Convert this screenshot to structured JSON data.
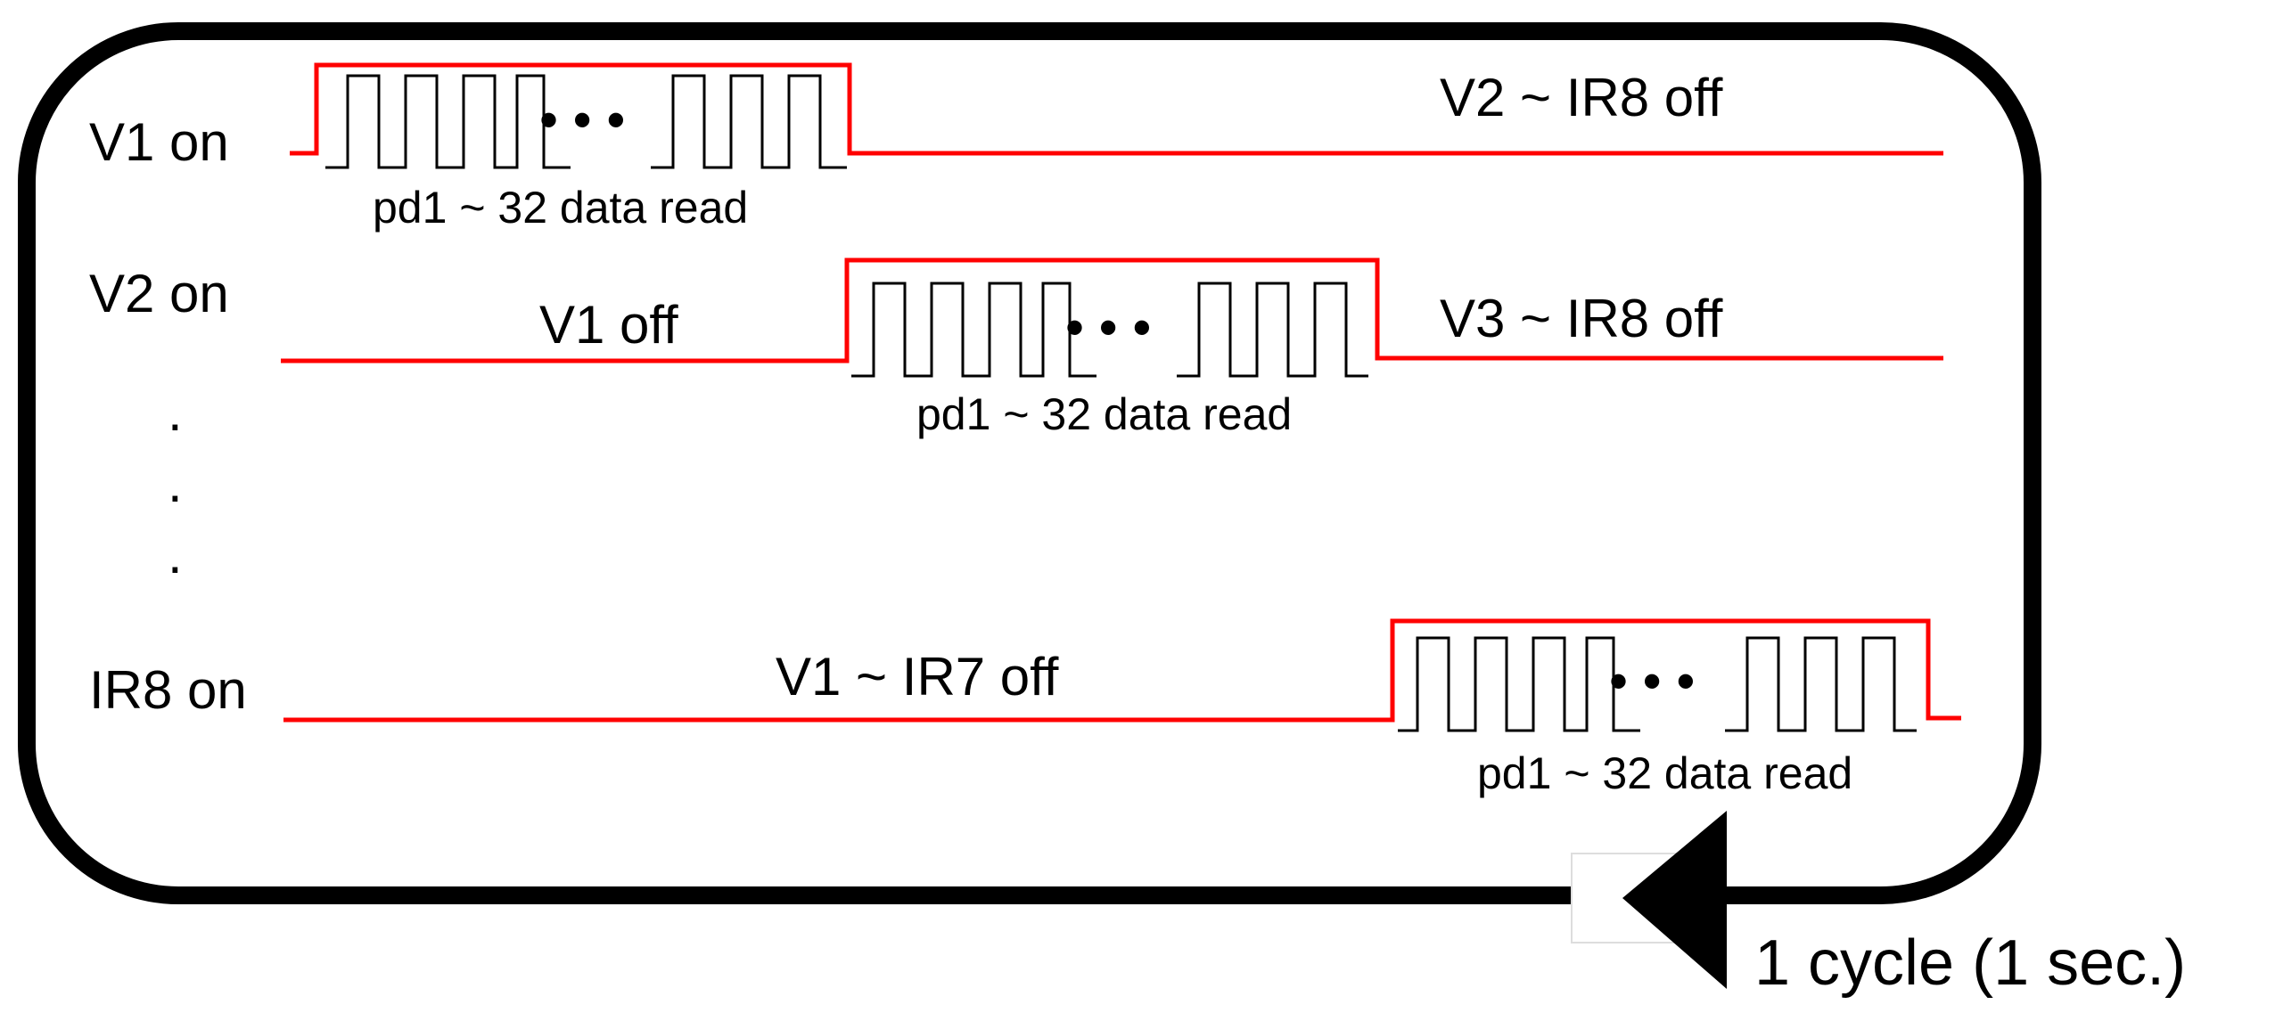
{
  "colors": {
    "signal": "#ff0000",
    "clock": "#000000",
    "frame": "#000000",
    "background": "#ffffff"
  },
  "rows": [
    {
      "label": "V1 on",
      "off_before": "",
      "off_after": "V2 ~ IR8 off",
      "read_label": "pd1 ~ 32 data read"
    },
    {
      "label": "V2 on",
      "off_before": "V1 off",
      "off_after": "V3 ~ IR8 off",
      "read_label": "pd1 ~ 32 data read"
    },
    {
      "label": "IR8 on",
      "off_before": "V1 ~ IR7 off",
      "off_after": "",
      "read_label": "pd1 ~ 32 data read"
    }
  ],
  "ellipsis_vertical": [
    ".",
    ".",
    "."
  ],
  "pulse_ellipsis": "• • •",
  "cycle": {
    "label": "1 cycle (1 sec.)",
    "arrow_icon": "left-arrow-icon"
  }
}
